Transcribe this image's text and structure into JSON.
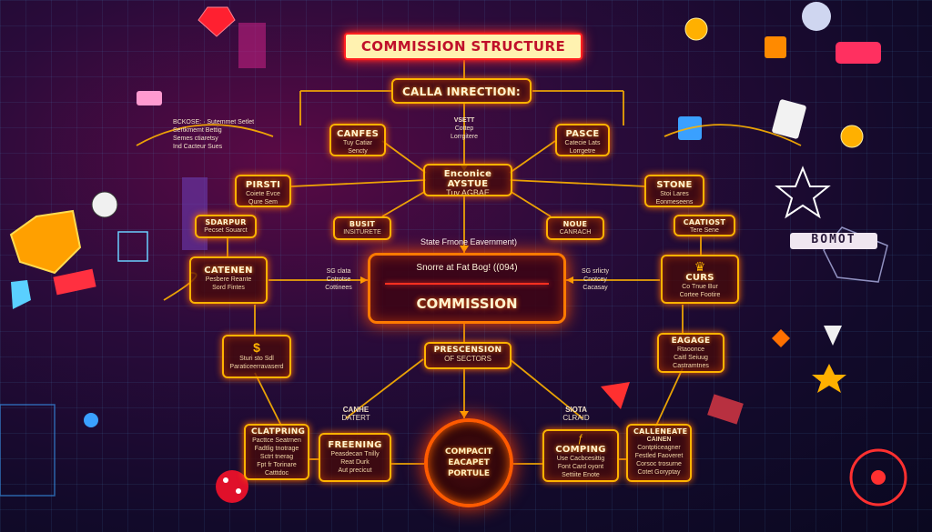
{
  "title": "COMMISSION STRUCTURE",
  "top_node": "CALLA INRECTION:",
  "center": {
    "heading": "State Frnone Eavernment)",
    "subtitle": "Snorre at Fat Bog! ((094)",
    "label": "COMMISSION"
  },
  "mid_node": {
    "title": "Enconice AYSTUE",
    "sub": "Tuy AGBAE"
  },
  "stat_top_left": [
    "BCKOSE: · Sutemmet Setlet",
    "Sertkmemt Bettig",
    "Semes ctiaretsy",
    "Ind Cacteur Sues"
  ],
  "label_top_center": [
    "VSETT",
    "Cottep",
    "Lorrgitere"
  ],
  "nodes": {
    "canfes": {
      "title": "CANFES",
      "sub": [
        "Tuy Catiar",
        "Sencty"
      ]
    },
    "pasce": {
      "title": "PASCE",
      "sub": [
        "Catecie Lats",
        "Lorrgetre"
      ]
    },
    "pirsti": {
      "title": "PIRSTI",
      "sub": [
        "Coiete Evce",
        "Qure Sem"
      ]
    },
    "stone": {
      "title": "STONE",
      "sub": [
        "Stoi Lares",
        "Eonmeseens"
      ]
    },
    "sdarpur": {
      "title": "SDARPUR",
      "sub": [
        "Pecset Souarct"
      ]
    },
    "busit": {
      "title": "BUSIT",
      "sub": [
        "INSITURETE"
      ]
    },
    "noue": {
      "title": "NOUE",
      "sub": [
        "CANRACH"
      ]
    },
    "caatiost": {
      "title": "CAATIOST",
      "sub": [
        "Tere Sene"
      ]
    },
    "catenen": {
      "title": "CATENEN",
      "sub": [
        "Pesbere Reante",
        "Sord Fintes"
      ]
    },
    "curs": {
      "title": "CURS",
      "sub": [
        "Co Tnue Bur",
        "Cortee Footire"
      ]
    },
    "dollar_left": {
      "sub": [
        "Sturi sto Sdl",
        "Paraticeerravaserd"
      ]
    },
    "eagage": {
      "title": "EAGAGE",
      "sub": [
        "Rtaoonce",
        "Caitl Seiuug",
        "Castramtnes"
      ]
    },
    "presc": {
      "title": "PRESCENSION",
      "sub": [
        "OF SECTORS"
      ]
    },
    "clatpring": {
      "title": "CLATPRING",
      "sub": [
        "Pacttce Seatrnen",
        "Fadtlig tnotrage",
        "Sctrt tnerag",
        "Fpt fr Torinare",
        "Catttdoc"
      ]
    },
    "freening": {
      "title": "FREENING",
      "sub": [
        "Peasdecan Tnilly",
        "Reat Durk",
        "Aut precicut"
      ]
    },
    "comping": {
      "title": "COMPING",
      "sub": [
        "Use Cacbcesittig",
        "Font Card oyont",
        "Settiite Enote"
      ]
    },
    "calleneate": {
      "title": "CALLENEATE",
      "sub": [
        "CAINEN",
        "Contpticeagner",
        "Festled Faoveret",
        "Corsoc trosurne",
        "Cotet Goryptay"
      ]
    }
  },
  "labels": {
    "left_mid": [
      "SG clata",
      "Cotrotse",
      "Cottinees"
    ],
    "right_mid": [
      "SG srlicty",
      "Cnotcey",
      "Cacasay"
    ],
    "canhe": [
      "CANHE",
      "DATERT"
    ],
    "siota": [
      "SIOTA",
      "CLRAID"
    ]
  },
  "circle": [
    "COMPACIT",
    "EACAPET",
    "PORTULE"
  ],
  "right_badge": "BOMOT",
  "colors": {
    "accent": "#ffb300",
    "title_text": "#c0102a",
    "glow": "#ff5a00"
  }
}
